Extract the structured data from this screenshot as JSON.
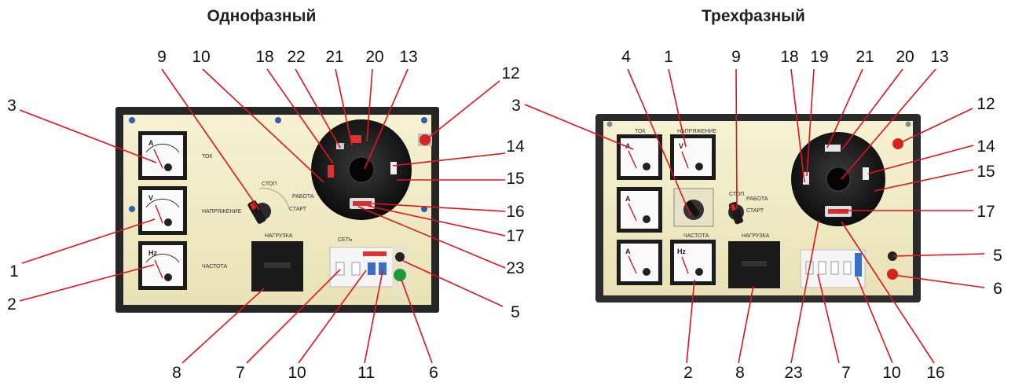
{
  "panels": [
    {
      "title": "Однофазный",
      "labels": {
        "tok": "ТОК",
        "napryazhenie": "НАПРЯЖЕНИЕ",
        "chastota": "ЧАСТОТА",
        "nagruzka": "НАГРУЗКА",
        "set": "СЕТЬ",
        "start": "СТАРТ",
        "rabota": "РАБОТА",
        "stop": "СТОП"
      },
      "meters": [
        {
          "unit": "A"
        },
        {
          "unit": "V"
        },
        {
          "unit": "Hz"
        }
      ],
      "callouts": [
        "9",
        "10",
        "18",
        "22",
        "21",
        "20",
        "13",
        "12",
        "3",
        "14",
        "15",
        "16",
        "17",
        "23",
        "1",
        "2",
        "5",
        "8",
        "7",
        "10",
        "11",
        "6"
      ]
    },
    {
      "title": "Трехфазный",
      "labels": {
        "tok": "ТОК",
        "napryazhenie": "НАПРЯЖЕНИЕ",
        "chastota": "ЧАСТОТА",
        "nagruzka": "НАГРУЗКА",
        "start": "СТАРТ",
        "rabota": "РАБОТА",
        "stop": "СТОП"
      },
      "meters": [
        {
          "unit": "A"
        },
        {
          "unit": "V"
        },
        {
          "unit": "A"
        },
        {
          "unit": "A"
        },
        {
          "unit": "Hz"
        }
      ],
      "callouts": [
        "4",
        "1",
        "9",
        "18",
        "19",
        "21",
        "20",
        "13",
        "12",
        "3",
        "14",
        "15",
        "17",
        "5",
        "6",
        "2",
        "8",
        "23",
        "7",
        "10",
        "16"
      ]
    }
  ],
  "colors": {
    "leader": "#e0141b",
    "panel_face": "#f2ecc8",
    "panel_frame": "#2a2a2a",
    "button_red": "#d8241e",
    "button_green": "#1c9a3a"
  }
}
